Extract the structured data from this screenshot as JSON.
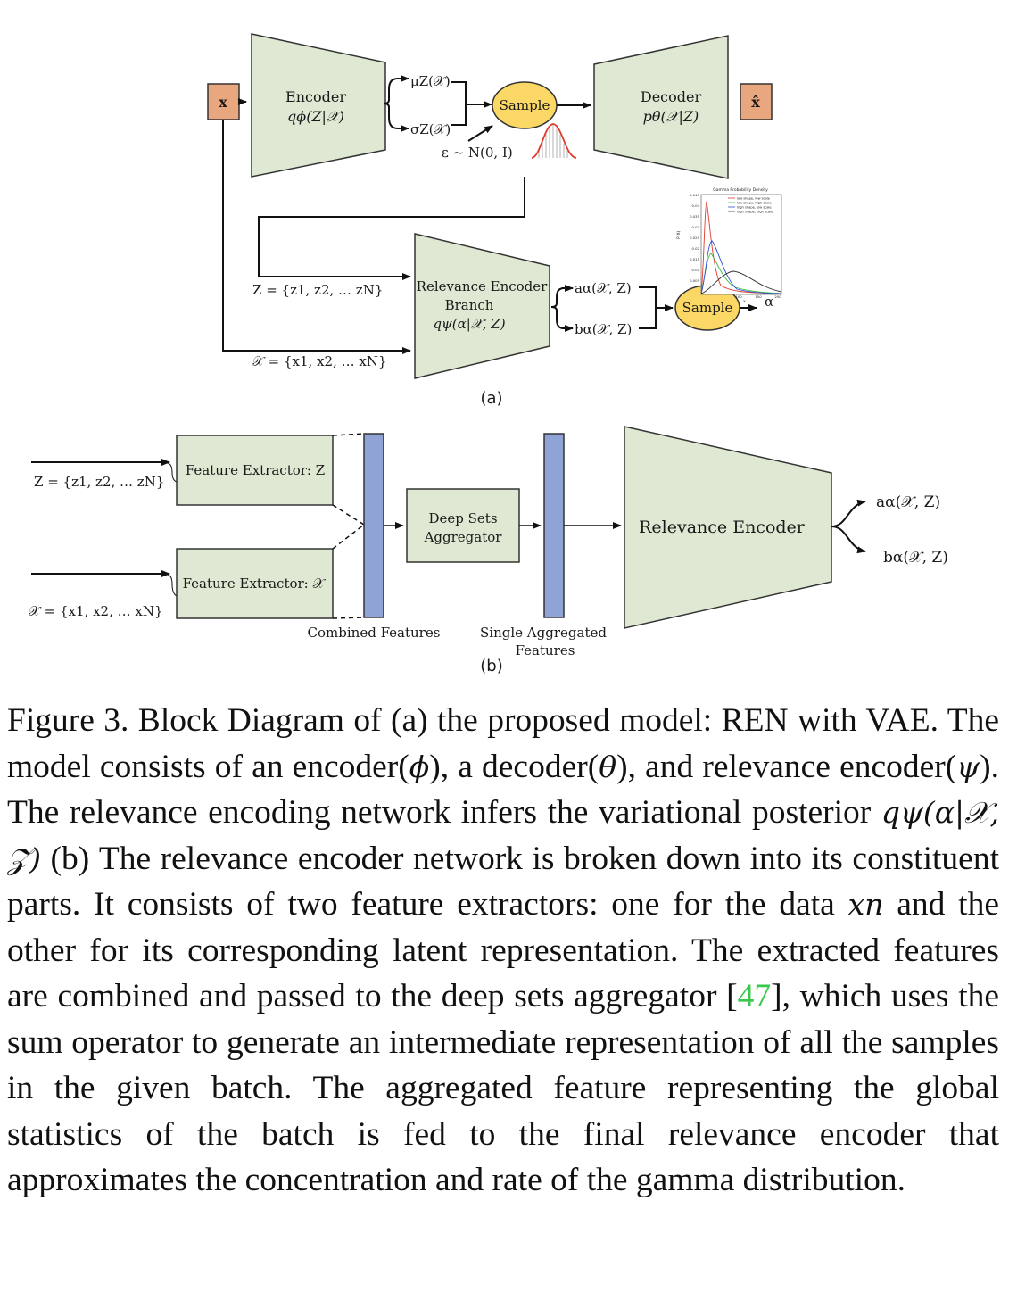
{
  "part_a": {
    "x_input": "x",
    "x_output": "x̂",
    "encoder_title": "Encoder",
    "encoder_formula": "qϕ(Z|𝒳)",
    "mu_label": "μZ(𝒳)",
    "sigma_label": "σZ(𝒳)",
    "sample_label": "Sample",
    "epsilon_label": "ε ~ N(0, I)",
    "decoder_title": "Decoder",
    "decoder_formula": "pθ(𝒳|Z)",
    "z_set": "Z = {z1, z2, … zN}",
    "x_set": "𝒳 = {x1, x2, … xN}",
    "ren_title_1": "Relevance Encoder",
    "ren_title_2": "Branch",
    "ren_formula": "qψ(α|𝒳, Z)",
    "a_label": "aα(𝒳, Z)",
    "b_label": "bα(𝒳, Z)",
    "sample2_label": "Sample",
    "alpha_label": "α",
    "gamma_plot": {
      "title": "Gamma Probability Density",
      "ylabel": "P(X)",
      "xlabel": "x",
      "legend": [
        "low shape, low scale",
        "low shape, high scale",
        "high shape, low scale",
        "high shape, high scale"
      ],
      "legend_colors": [
        "#e03a2c",
        "#3cb83c",
        "#2a4fd6",
        "#333333"
      ],
      "y_ticks": [
        "0.045",
        "0.04",
        "0.035",
        "0.03",
        "0.025",
        "0.02",
        "0.015",
        "0.01",
        "0.005"
      ],
      "x_ticks": [
        "100",
        "150",
        "200"
      ]
    },
    "panel_label": "(a)"
  },
  "part_b": {
    "z_set": "Z = {z1, z2, … zN}",
    "x_set": "𝒳 = {x1, x2, … xN}",
    "fe_z": "Feature Extractor: Z",
    "fe_x": "Feature Extractor: 𝒳",
    "deep_sets_1": "Deep Sets",
    "deep_sets_2": "Aggregator",
    "relevance_encoder": "Relevance Encoder",
    "a_label": "aα(𝒳, Z)",
    "b_label": "bα(𝒳, Z)",
    "combined_features": "Combined Features",
    "single_agg_1": "Single Aggregated",
    "single_agg_2": "Features",
    "panel_label": "(b)"
  },
  "caption": {
    "part1": "Figure 3.  Block Diagram of (a) the proposed model: REN with VAE. The model consists of an encoder(",
    "phi": "ϕ",
    "part2": "), a decoder(",
    "theta": "θ",
    "part3": "), and relevance encoder(",
    "psi": "ψ",
    "part4": ").  The relevance encoding network infers the variational posterior ",
    "posterior": "qψ(α|𝒳, 𝒵)",
    "part5": " (b) The relevance encoder network is broken down into its constituent parts. It consists of two feature extractors: one for the data ",
    "xn": "xn",
    "part6": " and the other for its corresponding latent representation. The extracted features are combined and passed to the deep sets aggregator [",
    "cite": "47",
    "part7": "], which uses the sum operator to generate an intermediate representation of all the samples in the given batch.  The aggregated feature representing the global statistics of the batch is fed to the final relevance encoder that approximates the concentration and rate of the gamma distribution."
  }
}
